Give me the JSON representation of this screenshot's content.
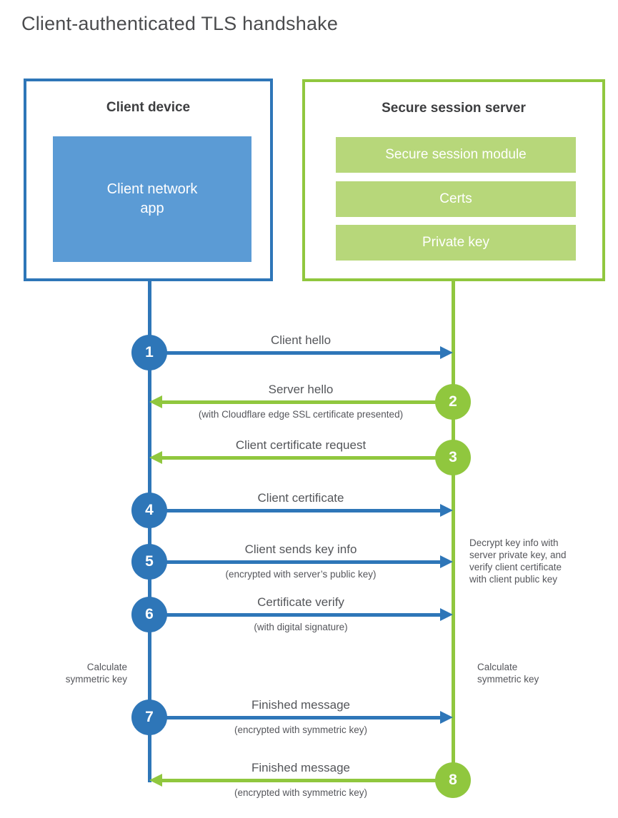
{
  "title": "Client-authenticated TLS handshake",
  "colors": {
    "client_primary": "#2e76b8",
    "client_fill": "#5b9bd5",
    "server_primary": "#90c73e",
    "server_fill": "#b7d77a",
    "heading_text": "#3d3e40",
    "label_text": "#54565a"
  },
  "client_box": {
    "heading": "Client device",
    "app_label": "Client network\napp"
  },
  "server_box": {
    "heading": "Secure session server",
    "modules": [
      "Secure session module",
      "Certs",
      "Private key"
    ]
  },
  "messages": [
    {
      "step": "1",
      "from": "client",
      "label": "Client hello",
      "sublabel": ""
    },
    {
      "step": "2",
      "from": "server",
      "label": "Server hello",
      "sublabel": "(with Cloudflare edge SSL certificate presented)"
    },
    {
      "step": "3",
      "from": "server",
      "label": "Client certificate request",
      "sublabel": ""
    },
    {
      "step": "4",
      "from": "client",
      "label": "Client certificate",
      "sublabel": ""
    },
    {
      "step": "5",
      "from": "client",
      "label": "Client sends key info",
      "sublabel": "(encrypted with server’s public key)"
    },
    {
      "step": "6",
      "from": "client",
      "label": "Certificate verify",
      "sublabel": "(with digital signature)"
    },
    {
      "step": "7",
      "from": "client",
      "label": "Finished message",
      "sublabel": "(encrypted with symmetric key)"
    },
    {
      "step": "8",
      "from": "server",
      "label": "Finished message",
      "sublabel": "(encrypted with symmetric key)"
    }
  ],
  "annotations": {
    "server_note": "Decrypt key info with\nserver private key, and\nverify client certificate\nwith client public key",
    "calc_left": "Calculate\nsymmetric key",
    "calc_right": "Calculate\nsymmetric key"
  }
}
